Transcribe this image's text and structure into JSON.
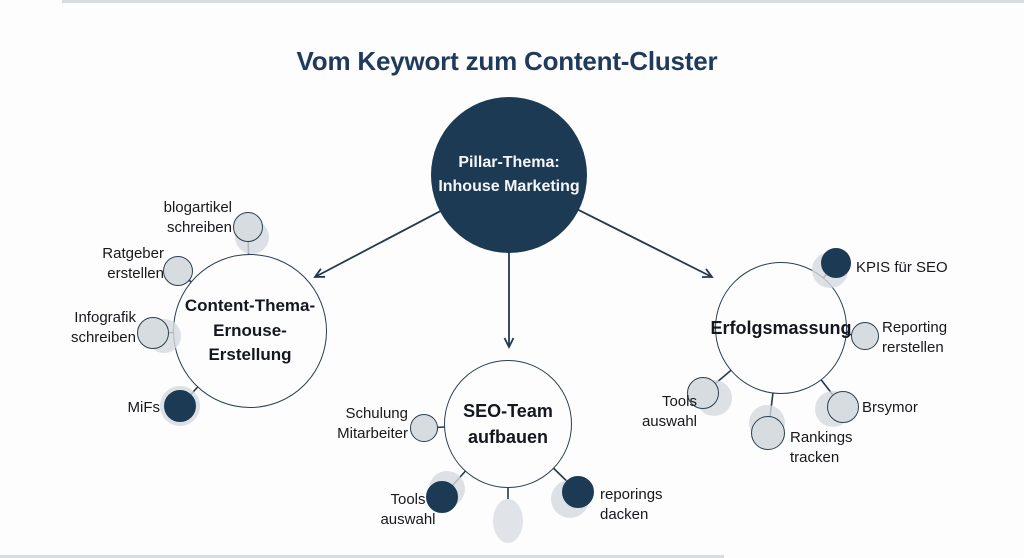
{
  "title": "Vom Keywort zum Content-Cluster",
  "colors": {
    "navy": "#1d3a55",
    "node_gray": "#d7dce1",
    "halo_gray": "#d5dade",
    "title_navy": "#1f3a5c",
    "line": "#24384e"
  },
  "pillar": {
    "line1": "Pillar-Thema:",
    "line2": "Inhouse Marketing"
  },
  "clusters": {
    "left": {
      "label_line1": "Content-Thema-",
      "label_line2": "Ernouse-Erstellung",
      "satellites": {
        "blogartikel": {
          "line1": "blogartikel",
          "line2": "schreiben",
          "variant": "gray"
        },
        "ratgeber": {
          "line1": "Ratgeber",
          "line2": "erstellen",
          "variant": "gray"
        },
        "infografik": {
          "line1": "Infografik",
          "line2": "schreiben",
          "variant": "gray"
        },
        "mifs": {
          "line1": "MiFs",
          "line2": "",
          "variant": "dark"
        }
      }
    },
    "center": {
      "label_line1": "SEO-Team",
      "label_line2": "aufbauen",
      "satellites": {
        "schulung": {
          "line1": "Schulung",
          "line2": "Mitarbeiter",
          "variant": "gray"
        },
        "tools": {
          "line1": "Tools",
          "line2": "auswahl",
          "variant": "dark"
        },
        "reporings": {
          "line1": "reporings",
          "line2": "dacken",
          "variant": "dark"
        }
      }
    },
    "right": {
      "label_line1": "Erfolgsmassung",
      "label_line2": "",
      "satellites": {
        "kpis": {
          "line1": "KPIS für SEO",
          "line2": "",
          "variant": "dark"
        },
        "reporting": {
          "line1": "Reporting",
          "line2": "rerstellen",
          "variant": "gray"
        },
        "brsymor": {
          "line1": "Brsymor",
          "line2": "",
          "variant": "gray"
        },
        "rankings": {
          "line1": "Rankings",
          "line2": "tracken",
          "variant": "gray"
        },
        "tools": {
          "line1": "Tools",
          "line2": "auswahl",
          "variant": "gray"
        }
      }
    }
  }
}
